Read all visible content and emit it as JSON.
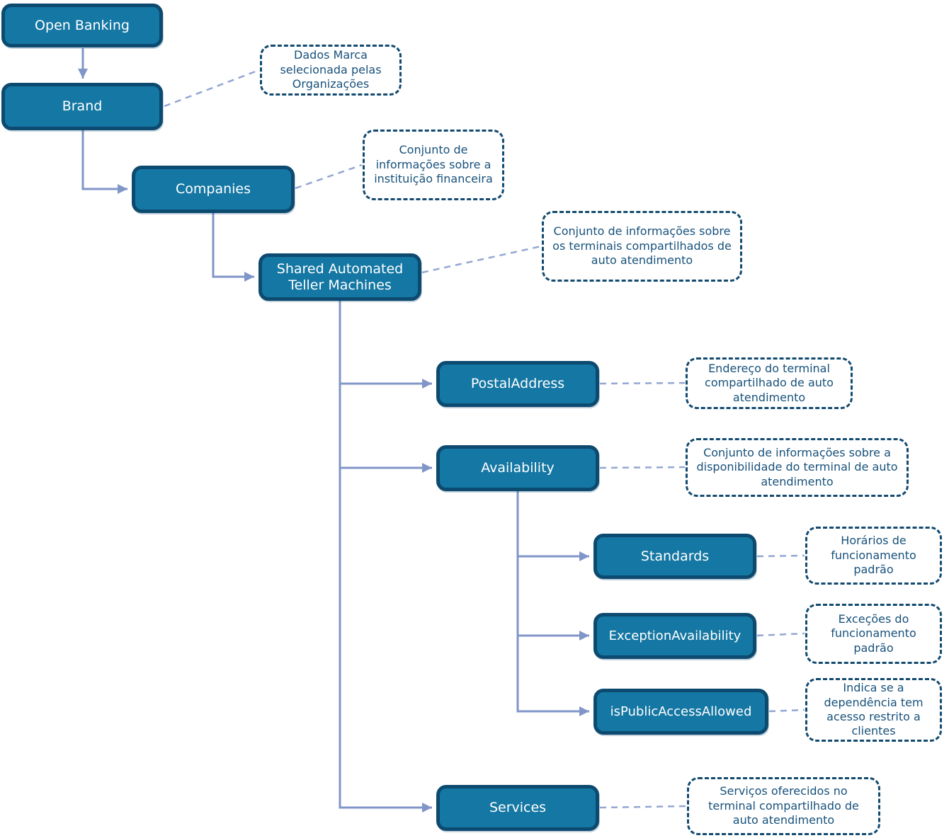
{
  "nodes": {
    "open_banking": {
      "label": "Open Banking"
    },
    "brand": {
      "label": "Brand"
    },
    "companies": {
      "label": "Companies"
    },
    "shared_atm": {
      "label": "Shared Automated Teller Machines"
    },
    "postal_address": {
      "label": "PostalAddress"
    },
    "availability": {
      "label": "Availability"
    },
    "standards": {
      "label": "Standards"
    },
    "exception_availability": {
      "label": "ExceptionAvailability"
    },
    "is_public_access_allowed": {
      "label": "isPublicAccessAllowed"
    },
    "services": {
      "label": "Services"
    }
  },
  "annotations": {
    "brand": {
      "text": "Dados Marca selecionada pelas Organizações"
    },
    "companies": {
      "text": "Conjunto de informações sobre a instituição financeira"
    },
    "shared_atm": {
      "text": "Conjunto de informações sobre os terminais compartilhados de auto atendimento"
    },
    "postal_address": {
      "text": "Endereço do terminal compartilhado de auto atendimento"
    },
    "availability": {
      "text": "Conjunto de informações sobre a disponibilidade do terminal de auto atendimento"
    },
    "standards": {
      "text": "Horários de funcionamento padrão"
    },
    "exception_availability": {
      "text": "Exceções do funcionamento padrão"
    },
    "is_public_access_allowed": {
      "text": "Indica se a dependência tem acesso restrito a clientes"
    },
    "services": {
      "text": "Serviços oferecidos no terminal compartilhado de auto atendimento"
    }
  },
  "colors": {
    "node_fill": "#1577a3",
    "node_border": "#0d4a70",
    "node_text": "#ffffff",
    "annotation_border": "#134a70",
    "annotation_text": "#17517b",
    "connector": "#8096c8",
    "leader": "#93a7d1",
    "background": "#ffffff"
  }
}
